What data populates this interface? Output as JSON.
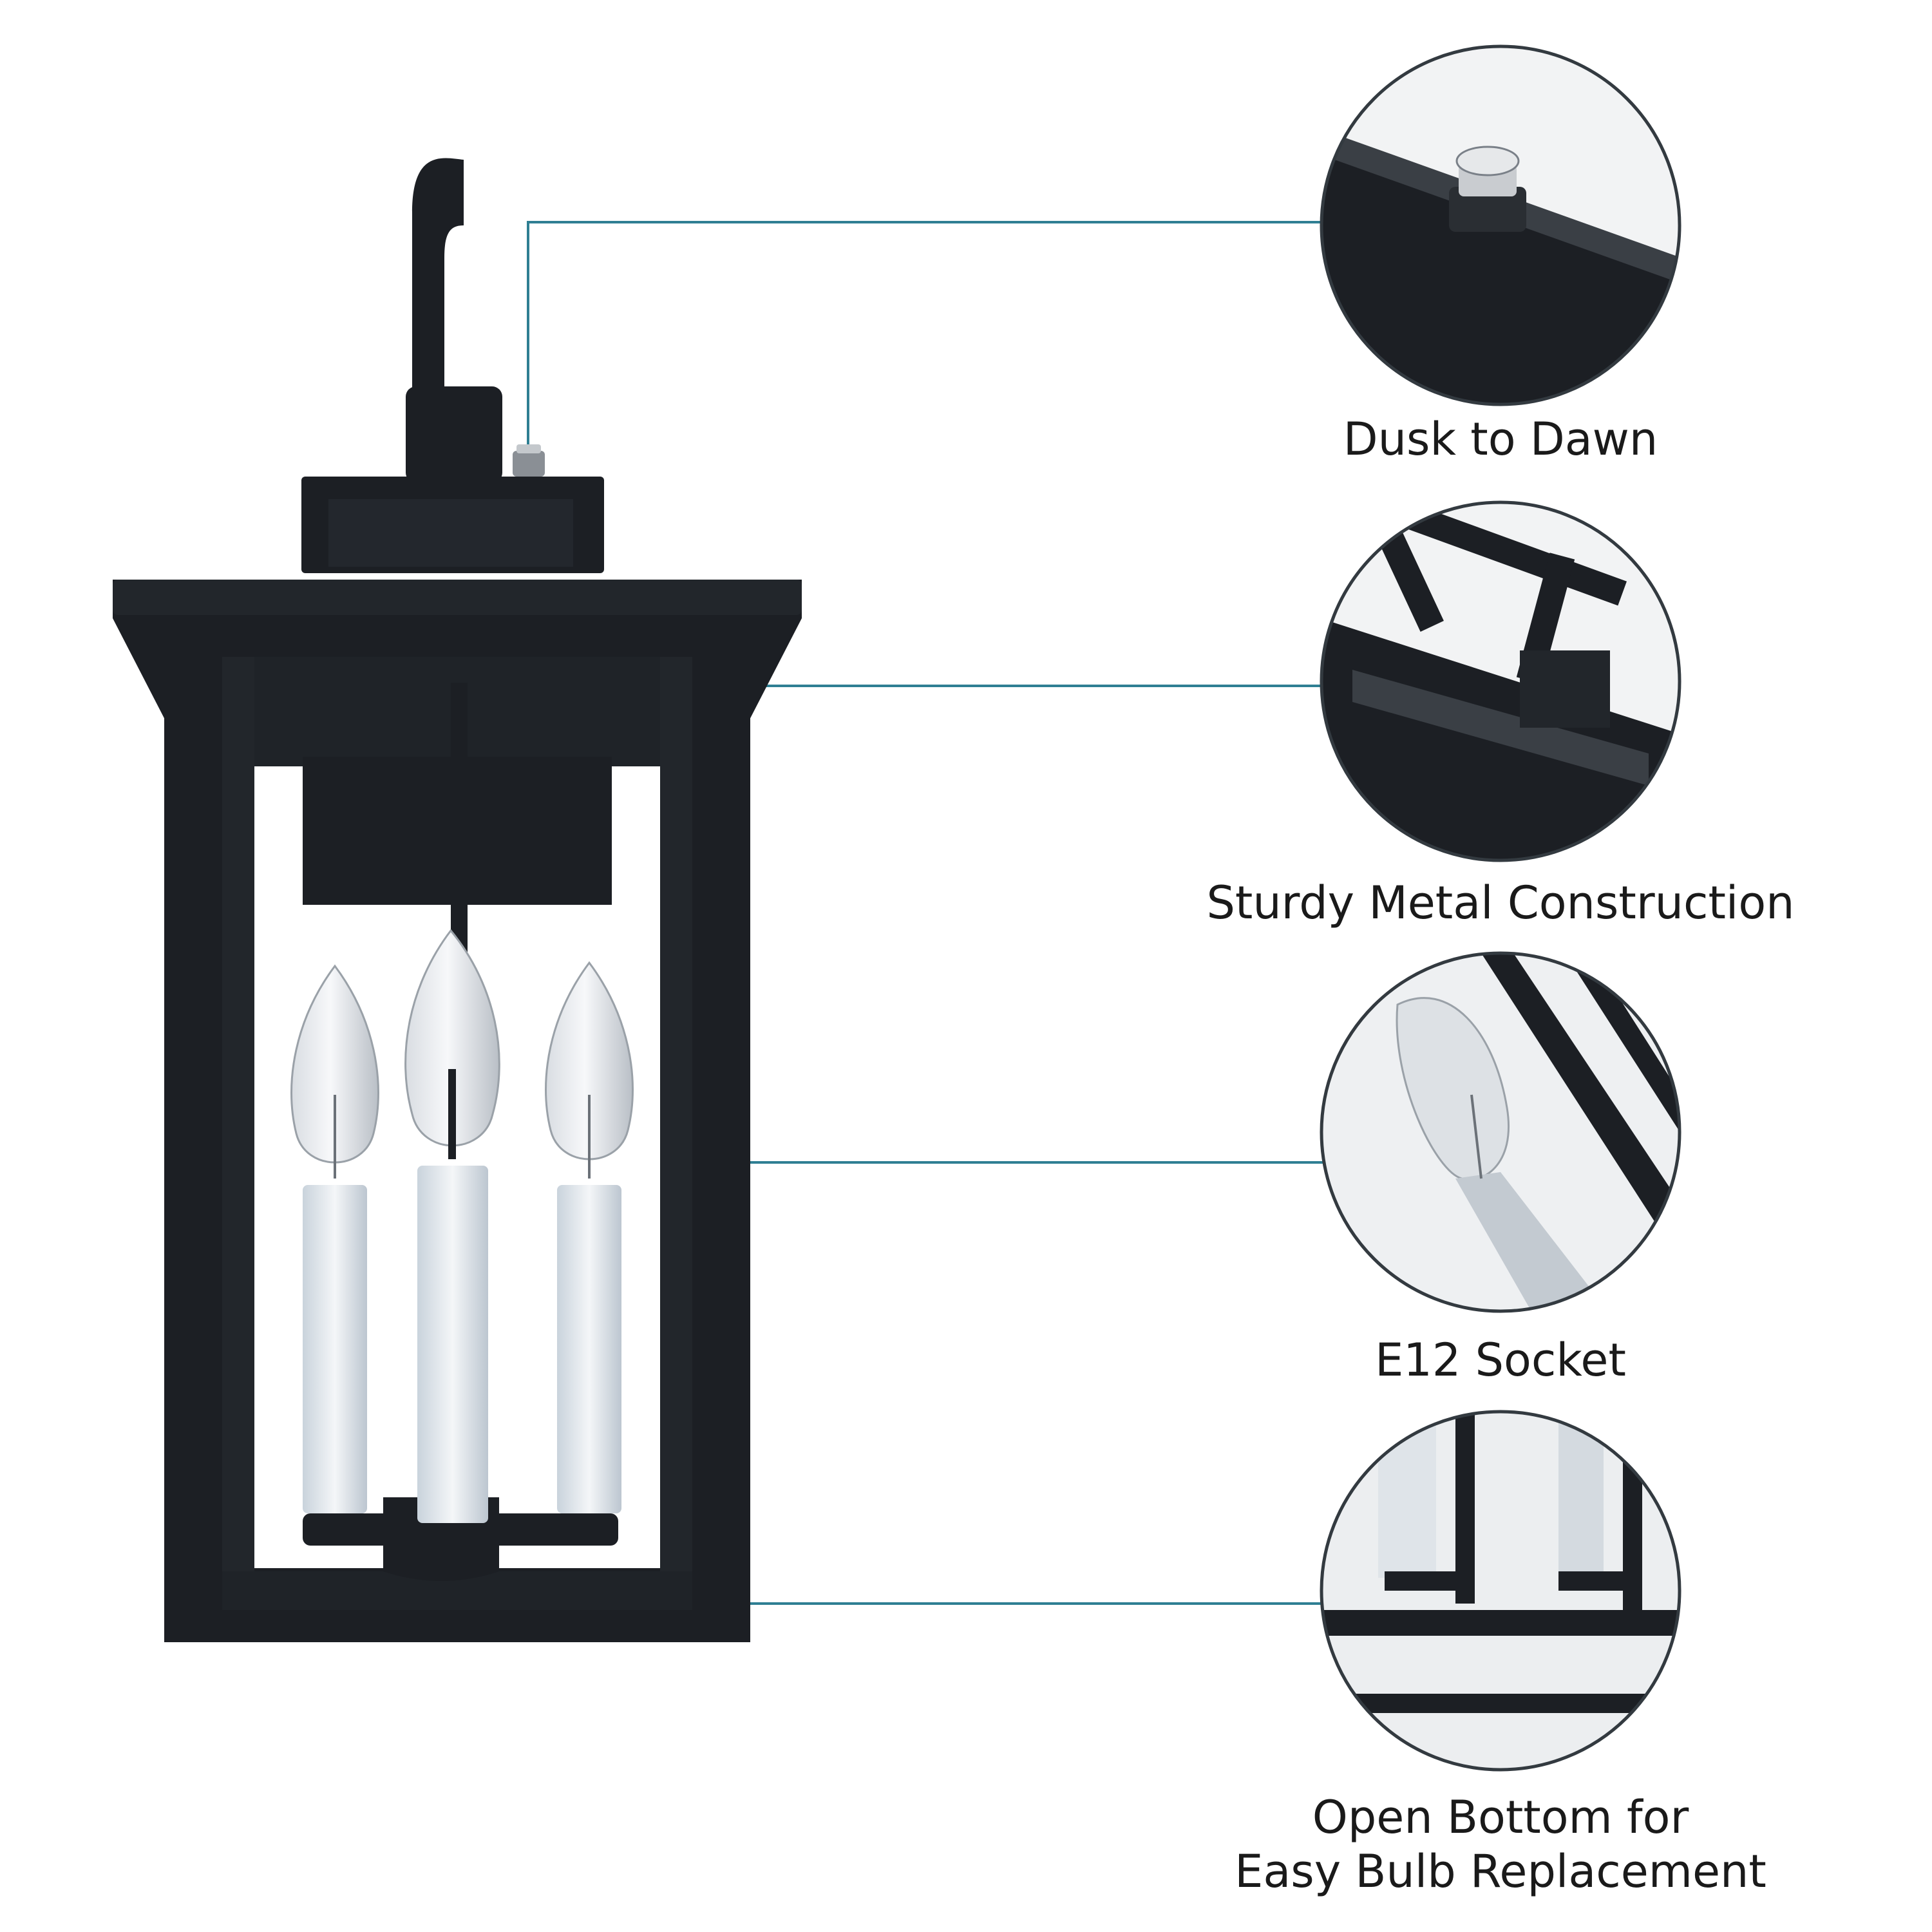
{
  "colors": {
    "background": "#ffffff",
    "lantern_black": "#1c1f24",
    "connector_line": "#2f7f93",
    "circle_outline": "#333a40",
    "text": "#1a1a1a"
  },
  "features": [
    {
      "id": "dusk-to-dawn",
      "icon": "photocell-sensor-icon",
      "lines": [
        "Dusk to Dawn"
      ]
    },
    {
      "id": "sturdy-metal",
      "icon": "metal-frame-icon",
      "lines": [
        "Sturdy Metal Construction"
      ]
    },
    {
      "id": "e12-socket",
      "icon": "candelabra-bulb-icon",
      "lines": [
        "E12 Socket"
      ]
    },
    {
      "id": "open-bottom",
      "icon": "open-bottom-frame-icon",
      "lines": [
        "Open Bottom for",
        "Easy Bulb Replacement"
      ]
    }
  ]
}
